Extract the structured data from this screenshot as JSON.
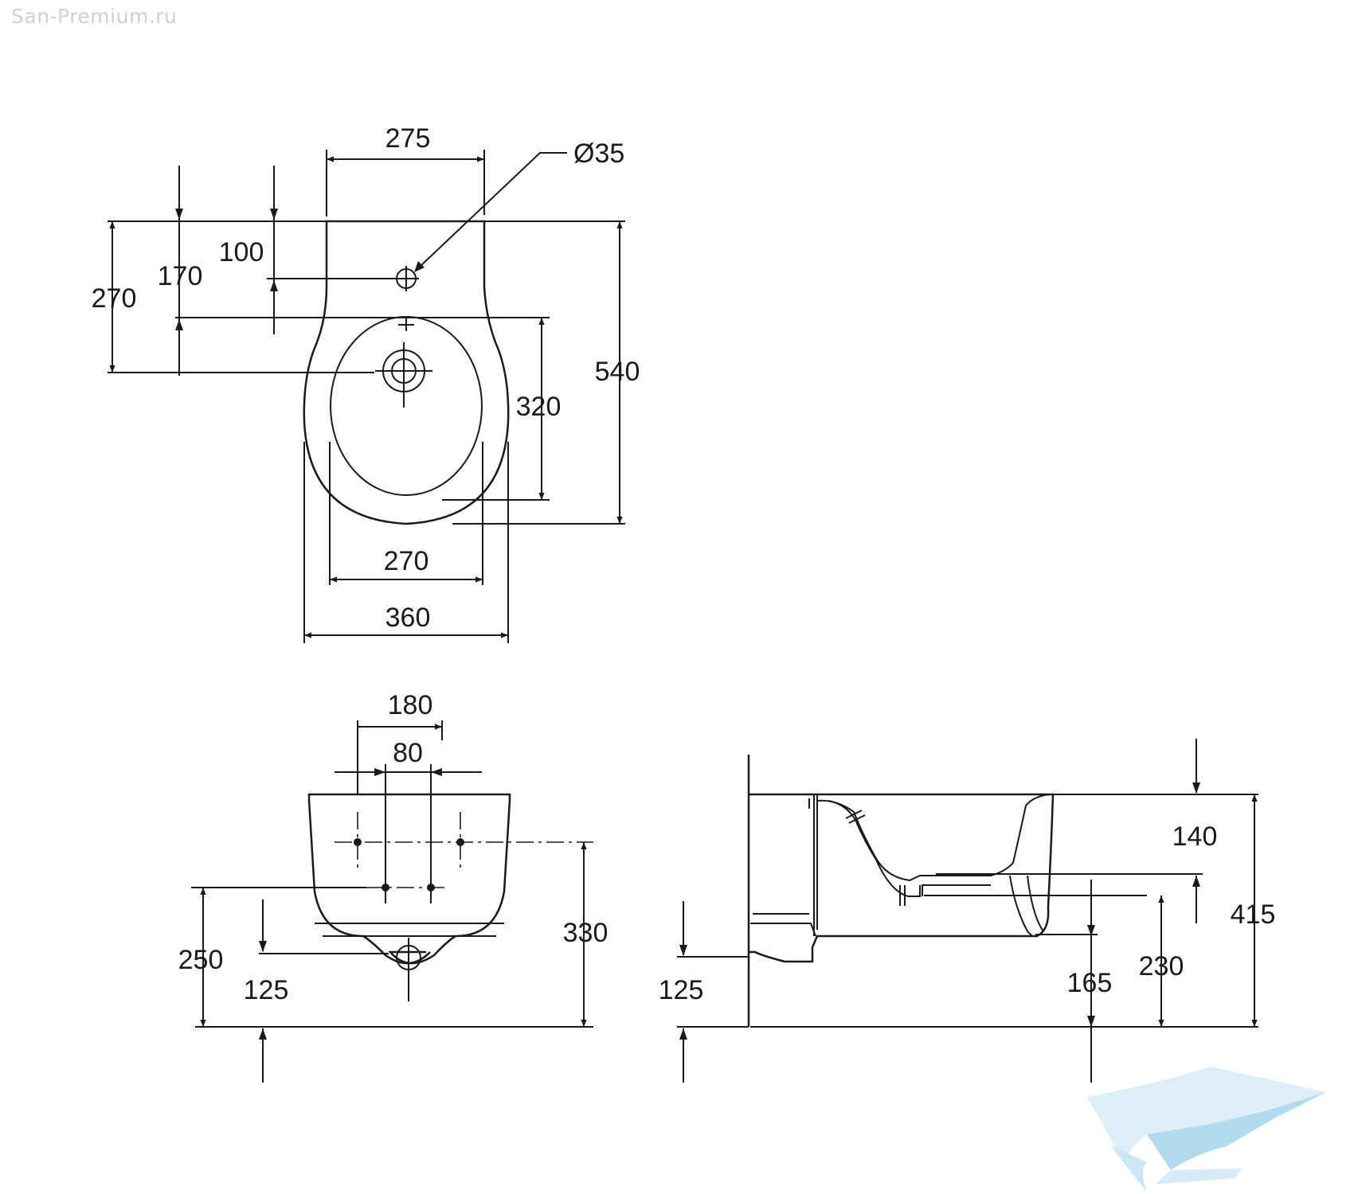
{
  "watermark": {
    "text": "San-Premium.ru"
  },
  "top_view": {
    "width_top": "275",
    "hole_diameter": "Ø35",
    "dim_100": "100",
    "dim_170": "170",
    "dim_270_left": "270",
    "dim_540": "540",
    "dim_320": "320",
    "dim_270_bottom": "270",
    "dim_360": "360"
  },
  "front_view": {
    "dim_180": "180",
    "dim_80": "80",
    "dim_250": "250",
    "dim_125": "125",
    "dim_330": "330"
  },
  "side_view": {
    "dim_125": "125",
    "dim_140": "140",
    "dim_415": "415",
    "dim_165": "165",
    "dim_230": "230"
  },
  "colors": {
    "line": "#1a1a1a",
    "logo": "#a8d4ec",
    "watermark": "#d0d0d0"
  }
}
